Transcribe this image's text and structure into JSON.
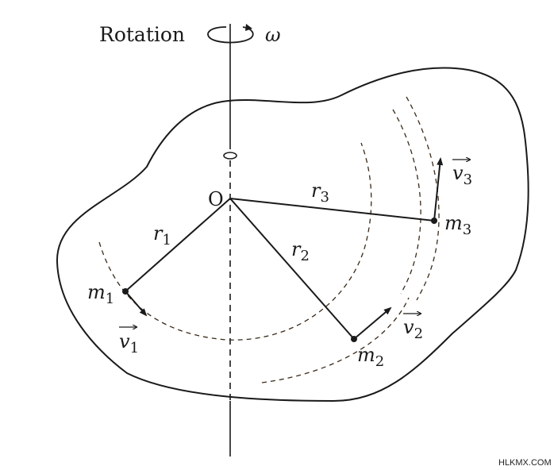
{
  "labels": {
    "rotation": "Rotation",
    "omega": "ω",
    "origin": "O",
    "r1": "r",
    "r1_sub": "1",
    "r2": "r",
    "r2_sub": "2",
    "r3": "r",
    "r3_sub": "3",
    "m1": "m",
    "m1_sub": "1",
    "m2": "m",
    "m2_sub": "2",
    "m3": "m",
    "m3_sub": "3",
    "v1": "v",
    "v1_sub": "1",
    "v2": "v",
    "v2_sub": "2",
    "v3": "v",
    "v3_sub": "3"
  },
  "watermark": "HLKMX.COM",
  "colors": {
    "ink": "#1a1a1a",
    "dashed": "#3a2a1a",
    "background": "#ffffff"
  }
}
